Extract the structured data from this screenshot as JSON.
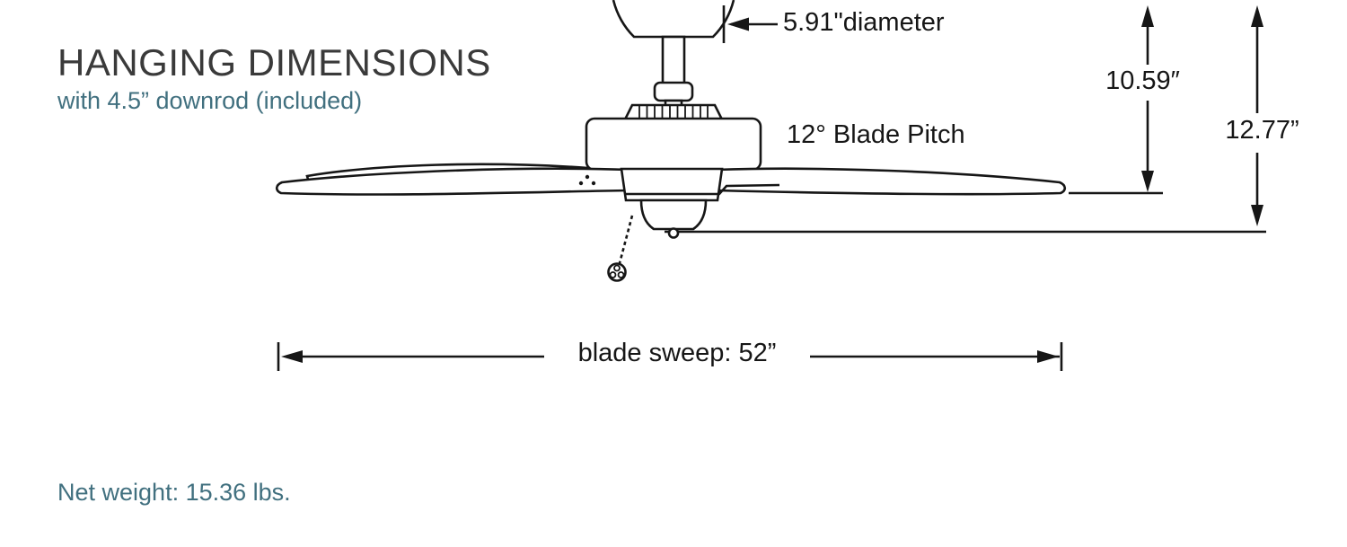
{
  "title": "HANGING DIMENSIONS",
  "subtitle": "with 4.5” downrod (included)",
  "annotations": {
    "canopy_diameter": "5.91\"diameter",
    "downrod_height": "10.59″",
    "total_height": "12.77”",
    "blade_pitch": "12° Blade Pitch",
    "blade_sweep": "blade sweep: 52”"
  },
  "footer": {
    "net_weight": "Net weight: 15.36 lbs."
  },
  "colors": {
    "accent_teal": "#41707f",
    "title_gray": "#3a3a3a",
    "line_black": "#161616",
    "background": "#ffffff"
  }
}
